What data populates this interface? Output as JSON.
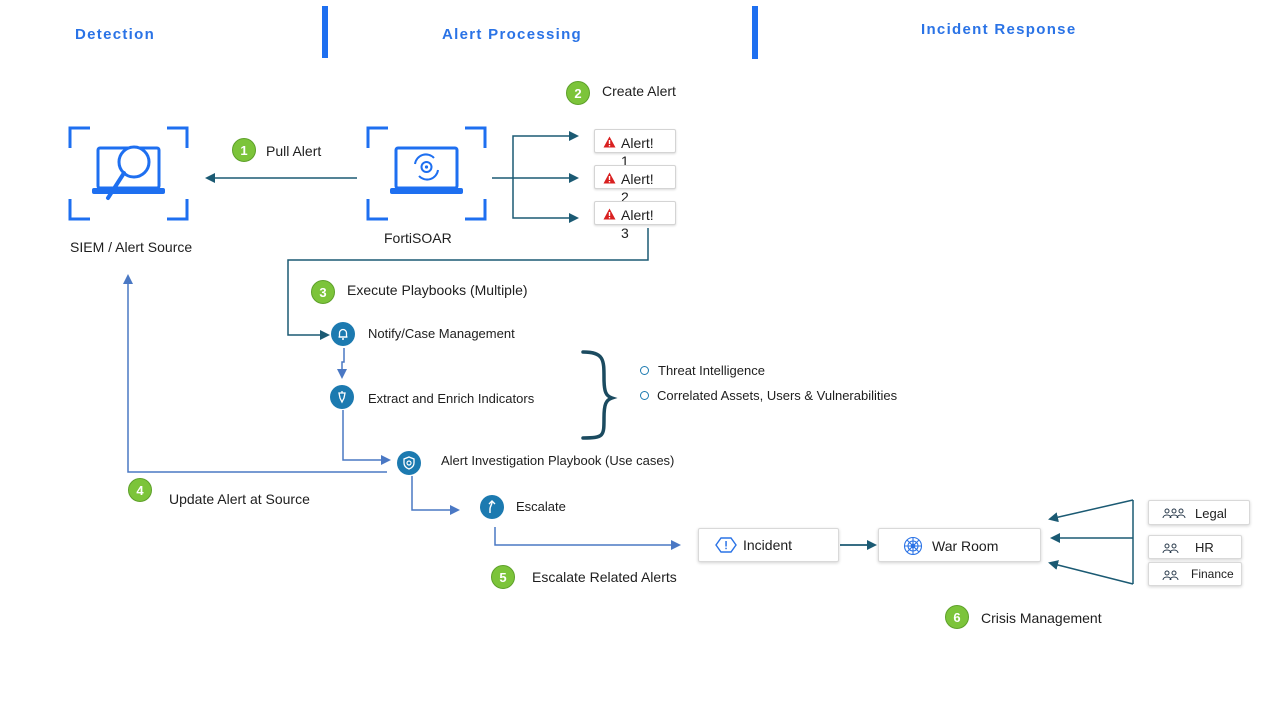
{
  "headers": {
    "detection": "Detection",
    "alert_processing": "Alert Processing",
    "incident_response": "Incident Response"
  },
  "nodes": {
    "siem": "SIEM / Alert Source",
    "fortisoar": "FortiSOAR"
  },
  "steps": [
    {
      "number": "1",
      "label": "Pull Alert"
    },
    {
      "number": "2",
      "label": "Create Alert"
    },
    {
      "number": "3",
      "label": "Execute Playbooks (Multiple)"
    },
    {
      "number": "4",
      "label": "Update Alert at Source"
    },
    {
      "number": "5",
      "label": "Escalate Related Alerts"
    },
    {
      "number": "6",
      "label": "Crisis Management"
    }
  ],
  "alerts": [
    {
      "label": "Alert!",
      "num": "1"
    },
    {
      "label": "Alert!",
      "num": "2"
    },
    {
      "label": "Alert!",
      "num": "3"
    }
  ],
  "playbook": {
    "notify": "Notify/Case Management",
    "extract": "Extract and Enrich Indicators",
    "investigation": "Alert Investigation Playbook (Use cases)",
    "escalate": "Escalate"
  },
  "enrichment": [
    "Threat Intelligence",
    "Correlated Assets, Users & Vulnerabilities"
  ],
  "response": {
    "incident": "Incident",
    "war_room": "War Room"
  },
  "teams": [
    "Legal",
    "HR",
    "Finance"
  ],
  "colors": {
    "header_blue": "#2a73e6",
    "badge_green": "#7cc43a",
    "node_blue": "#1c7ab0",
    "arrow_dark": "#1b5a73",
    "arrow_light": "#4a78c4",
    "alert_red": "#d92020"
  }
}
